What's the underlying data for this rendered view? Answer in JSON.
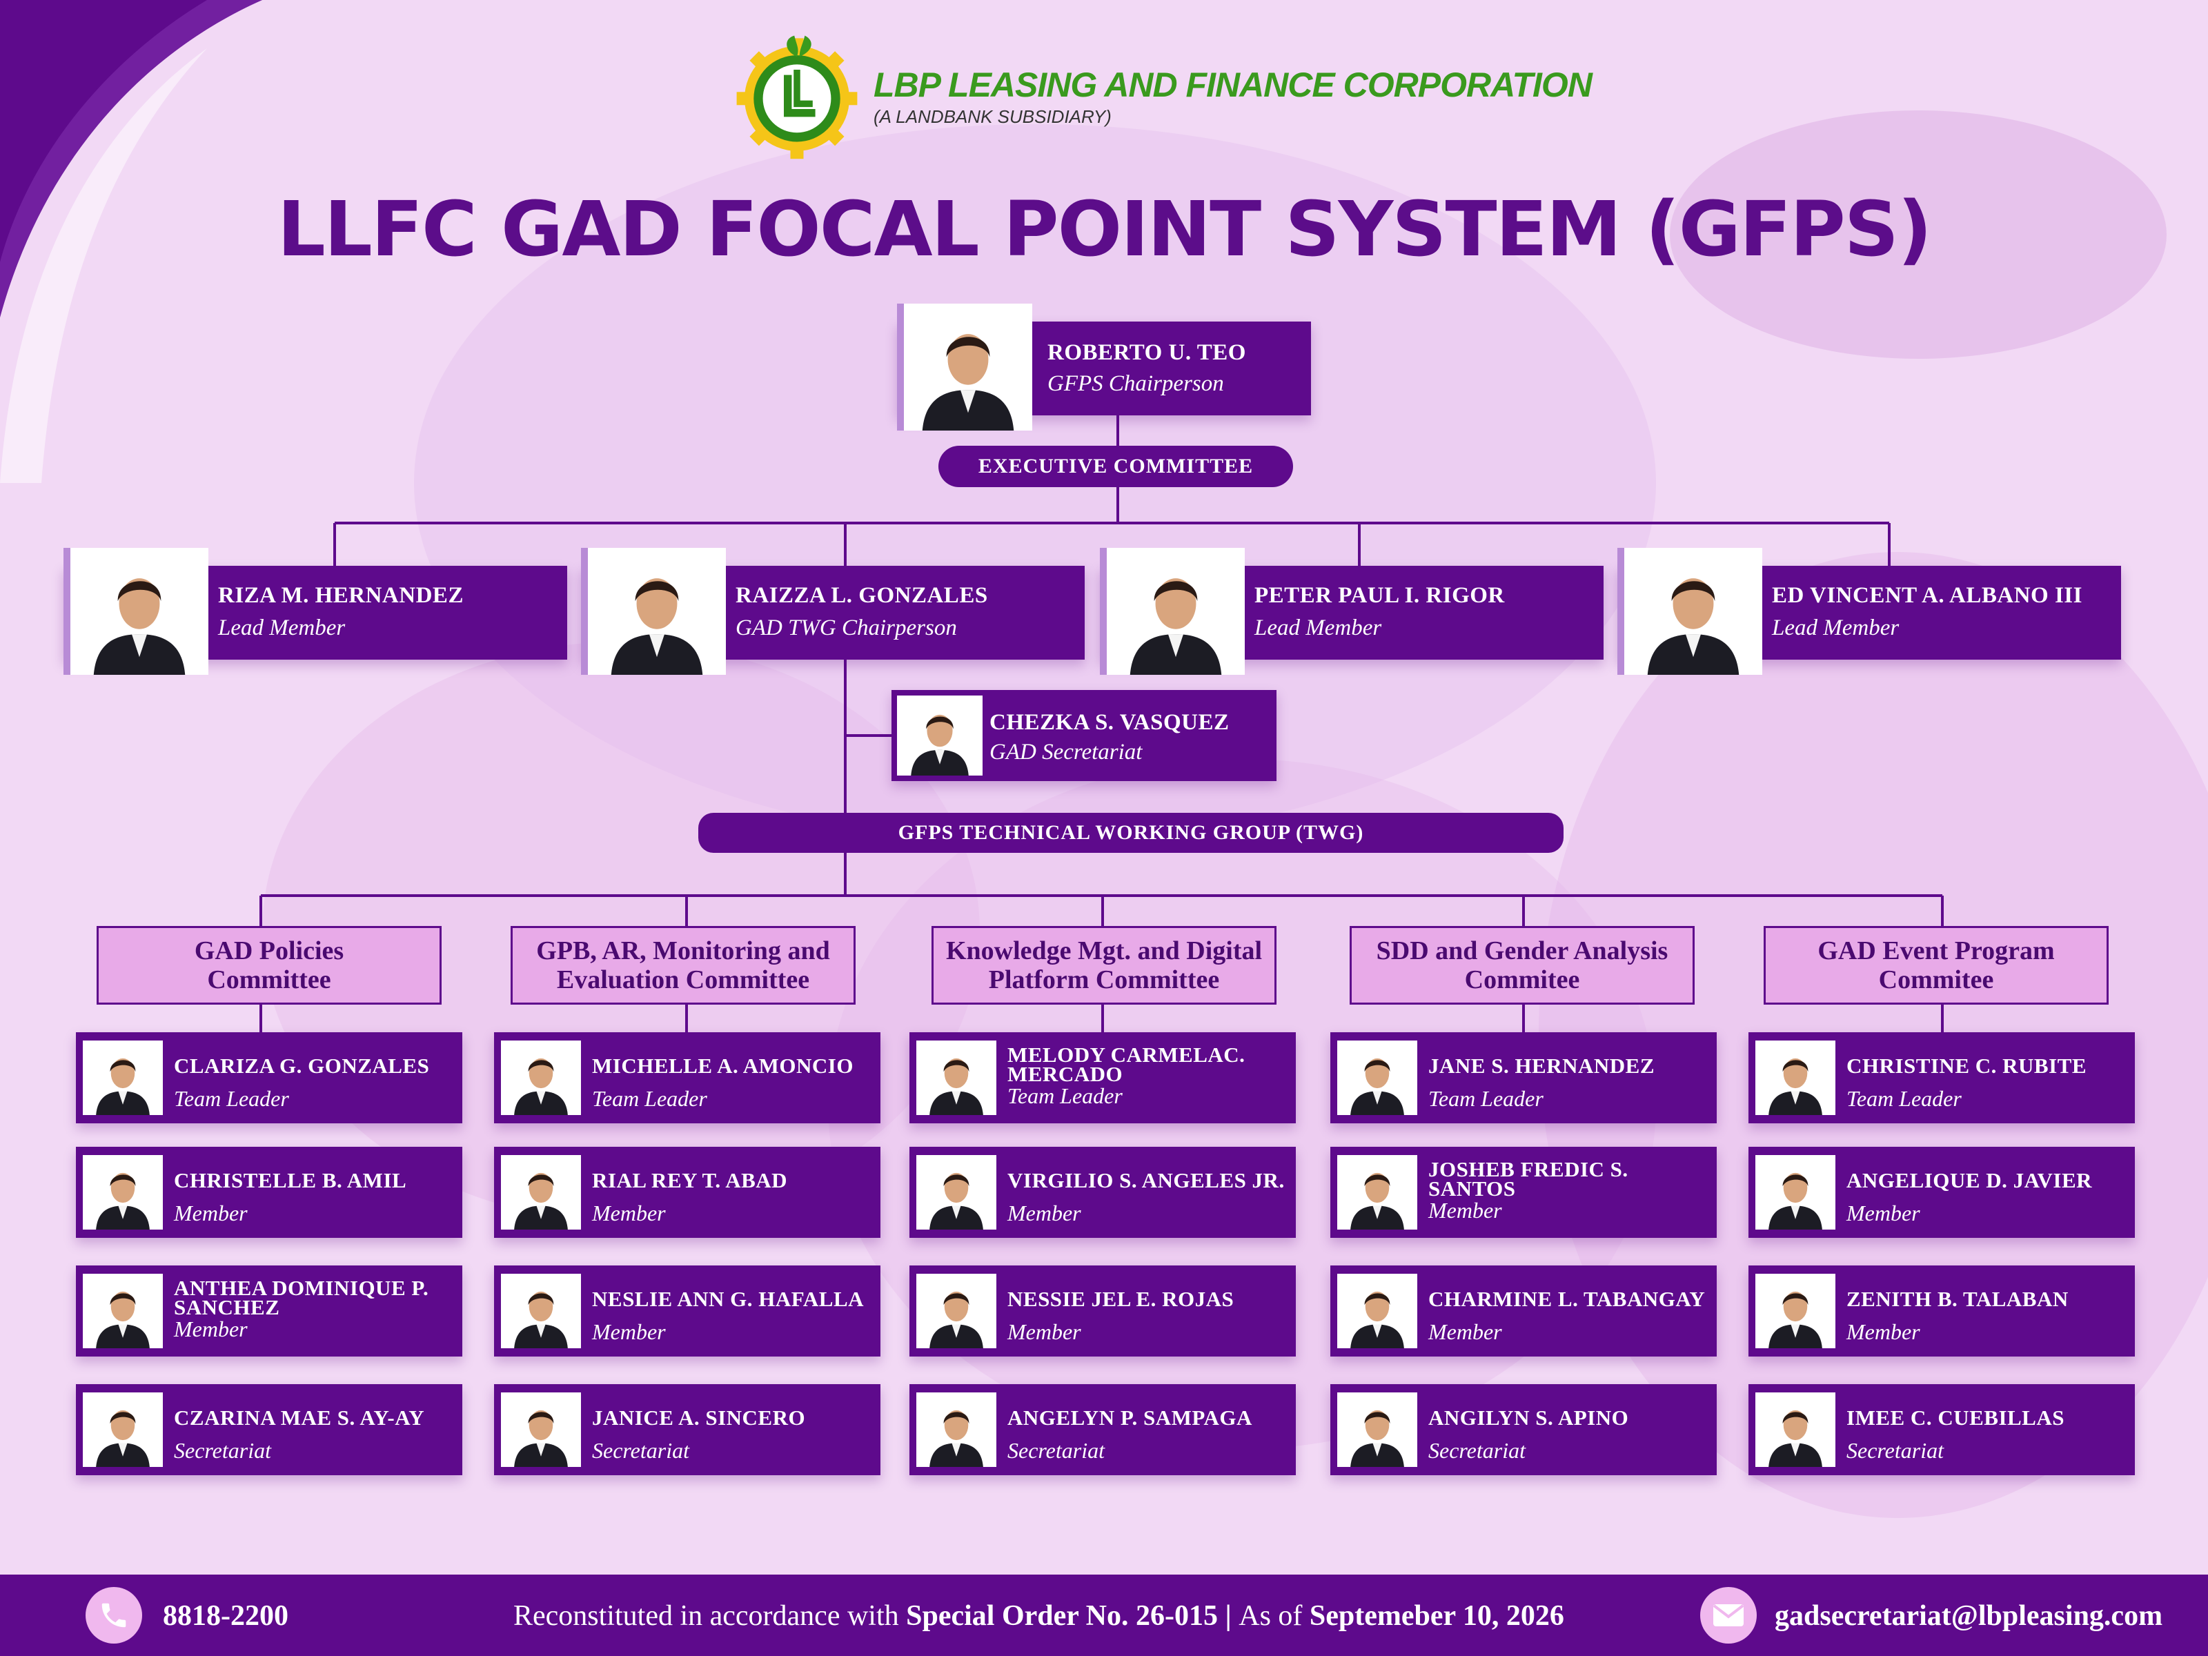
{
  "brand": {
    "name": "LBP LEASING AND FINANCE CORPORATION",
    "subtitle": "(A LANDBANK SUBSIDIARY)",
    "colors": {
      "green": "#3a9a1e",
      "gear": "#f5c518",
      "purple": "#5e0a8c"
    }
  },
  "title": "LLFC GAD FOCAL POINT SYSTEM (GFPS)",
  "chair": {
    "name": "ROBERTO U. TEO",
    "role": "GFPS Chairperson"
  },
  "exec_label": "EXECUTIVE COMMITTEE",
  "exec_members": [
    {
      "name": "RIZA M. HERNANDEZ",
      "role": "Lead Member"
    },
    {
      "name": "RAIZZA L. GONZALES",
      "role": "GAD TWG Chairperson"
    },
    {
      "name": "PETER PAUL I. RIGOR",
      "role": "Lead Member"
    },
    {
      "name": "ED VINCENT A. ALBANO III",
      "role": "Lead Member"
    }
  ],
  "secretariat": {
    "name": "CHEZKA S. VASQUEZ",
    "role": "GAD Secretariat"
  },
  "twg_label": "GFPS TECHNICAL WORKING GROUP (TWG)",
  "committees": [
    {
      "title": [
        "GAD Policies",
        "Committee"
      ],
      "members": [
        {
          "name": [
            "CLARIZA G. GONZALES"
          ],
          "role": "Team Leader"
        },
        {
          "name": [
            "CHRISTELLE B. AMIL"
          ],
          "role": "Member"
        },
        {
          "name": [
            "ANTHEA DOMINIQUE P.",
            "SANCHEZ"
          ],
          "role": "Member"
        },
        {
          "name": [
            "CZARINA MAE S. AY-AY"
          ],
          "role": "Secretariat"
        }
      ]
    },
    {
      "title": [
        "GPB, AR, Monitoring and",
        "Evaluation Committee"
      ],
      "members": [
        {
          "name": [
            "MICHELLE A. AMONCIO"
          ],
          "role": "Team Leader"
        },
        {
          "name": [
            "RIAL REY T. ABAD"
          ],
          "role": "Member"
        },
        {
          "name": [
            "NESLIE ANN G. HAFALLA"
          ],
          "role": "Member"
        },
        {
          "name": [
            "JANICE A. SINCERO"
          ],
          "role": "Secretariat"
        }
      ]
    },
    {
      "title": [
        "Knowledge Mgt. and Digital",
        "Platform Committee"
      ],
      "members": [
        {
          "name": [
            "MELODY CARMELAC.",
            "MERCADO"
          ],
          "role": "Team Leader"
        },
        {
          "name": [
            "VIRGILIO S. ANGELES JR."
          ],
          "role": "Member"
        },
        {
          "name": [
            "NESSIE JEL E. ROJAS"
          ],
          "role": "Member"
        },
        {
          "name": [
            "ANGELYN P. SAMPAGA"
          ],
          "role": "Secretariat"
        }
      ]
    },
    {
      "title": [
        "SDD and Gender Analysis",
        "Commitee"
      ],
      "members": [
        {
          "name": [
            "JANE S. HERNANDEZ"
          ],
          "role": "Team Leader"
        },
        {
          "name": [
            "JOSHEB FREDIC S.",
            "SANTOS"
          ],
          "role": "Member"
        },
        {
          "name": [
            "CHARMINE L. TABANGAY"
          ],
          "role": "Member"
        },
        {
          "name": [
            "ANGILYN S. APINO"
          ],
          "role": "Secretariat"
        }
      ]
    },
    {
      "title": [
        "GAD Event Program",
        "Commitee"
      ],
      "members": [
        {
          "name": [
            "CHRISTINE C. RUBITE"
          ],
          "role": "Team Leader"
        },
        {
          "name": [
            "ANGELIQUE D. JAVIER"
          ],
          "role": "Member"
        },
        {
          "name": [
            "ZENITH B. TALABAN"
          ],
          "role": "Member"
        },
        {
          "name": [
            "IMEE C. CUEBILLAS"
          ],
          "role": "Secretariat"
        }
      ]
    }
  ],
  "footer": {
    "phone": "8818-2200",
    "note_pre": "Reconstituted in accordance with ",
    "note_order": "Special Order No. 26-015",
    "note_sep": " | ",
    "note_asof": "As of ",
    "note_date": "Septemeber 10, 2026",
    "email": "gadsecretariat@lbpleasing.com",
    "icons": [
      "phone-icon",
      "mail-icon"
    ]
  }
}
